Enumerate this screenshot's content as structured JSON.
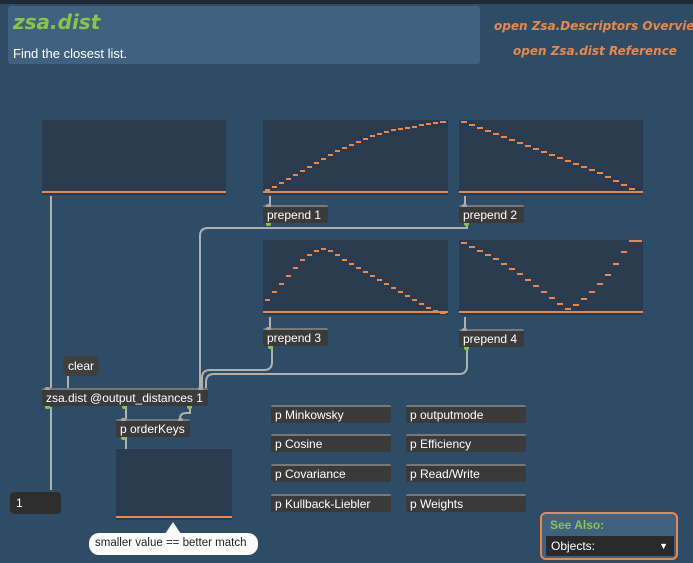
{
  "header": {
    "title": "zsa.dist",
    "subtitle": "Find the closest list."
  },
  "links": {
    "overview": "open Zsa.Descriptors Overview",
    "reference": "open Zsa.dist Reference"
  },
  "objects": {
    "prepend1": "prepend 1",
    "prepend2": "prepend 2",
    "prepend3": "prepend 3",
    "prepend4": "prepend 4",
    "zsadist": "zsa.dist @output_distances 1",
    "orderkeys": "p orderKeys",
    "clear": "clear",
    "number_value": "1"
  },
  "subpatchers": [
    "p Minkowsky",
    "p outputmode",
    "p Cosine",
    "p Efficiency",
    "p Covariance",
    "p Read/Write",
    "p Kullback-Liebler",
    "p Weights"
  ],
  "comment": "smaller value == better match",
  "see_also": {
    "title": "See Also:",
    "selected": "Objects:"
  },
  "colors": {
    "background": "#2f4c66",
    "panel": "#2b3b4f",
    "accent": "#e8884a",
    "title_green": "#8cc34a"
  },
  "icons": {
    "dropdown": "chevron-down-icon"
  }
}
